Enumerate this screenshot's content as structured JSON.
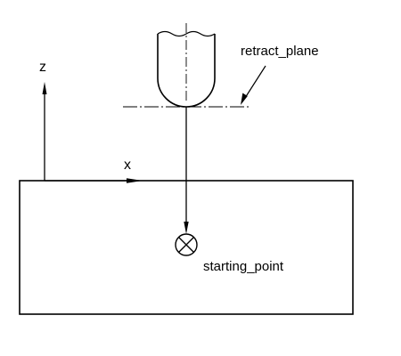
{
  "diagram": {
    "axes": {
      "z_label": "z",
      "x_label": "x"
    },
    "labels": {
      "retract_plane": "retract_plane",
      "starting_point": "starting_point"
    },
    "colors": {
      "stroke": "#000000",
      "background": "#ffffff"
    }
  }
}
